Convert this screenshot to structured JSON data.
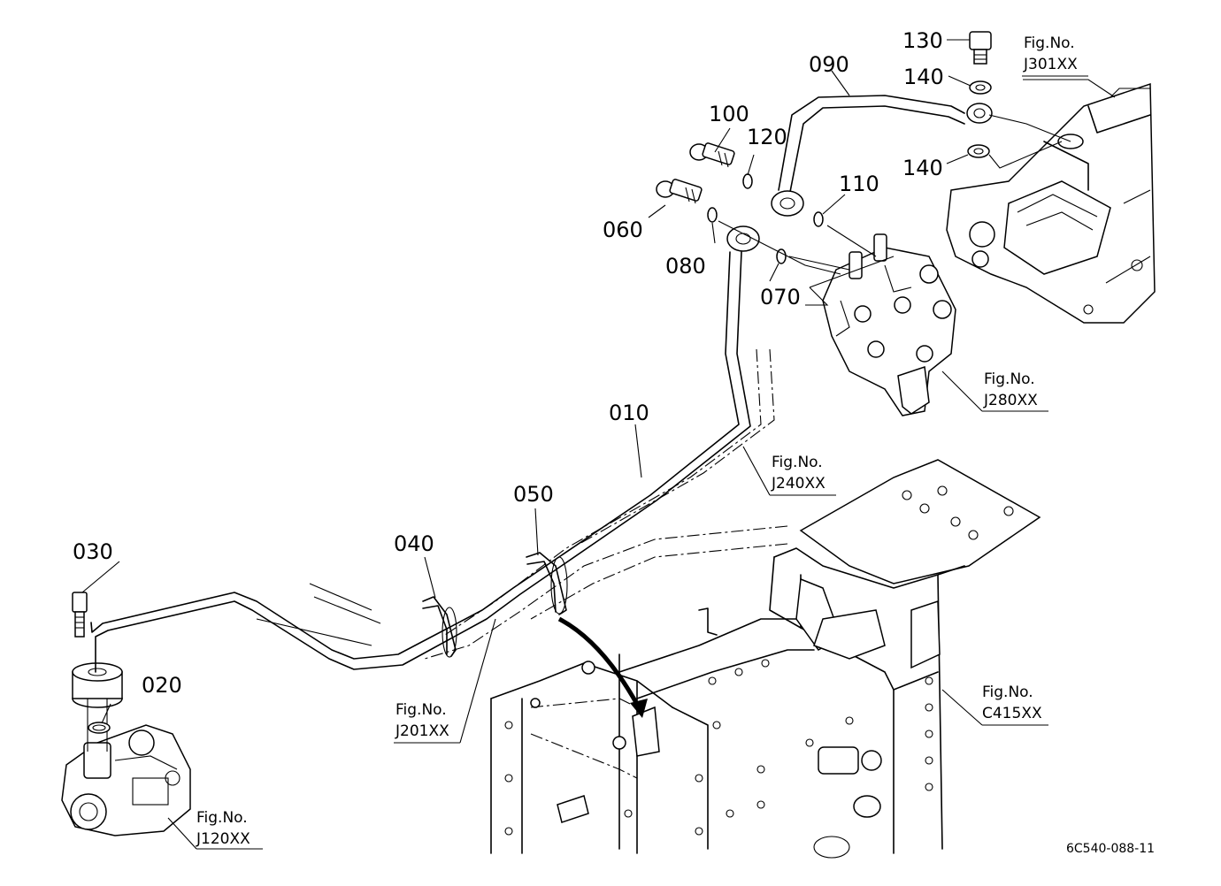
{
  "parts": [
    {
      "id": "p010",
      "label": "010"
    },
    {
      "id": "p020",
      "label": "020"
    },
    {
      "id": "p030",
      "label": "030"
    },
    {
      "id": "p040",
      "label": "040"
    },
    {
      "id": "p050",
      "label": "050"
    },
    {
      "id": "p060",
      "label": "060"
    },
    {
      "id": "p070",
      "label": "070"
    },
    {
      "id": "p080",
      "label": "080"
    },
    {
      "id": "p090",
      "label": "090"
    },
    {
      "id": "p100",
      "label": "100"
    },
    {
      "id": "p110",
      "label": "110"
    },
    {
      "id": "p120",
      "label": "120"
    },
    {
      "id": "p130",
      "label": "130"
    },
    {
      "id": "p140a",
      "label": "140"
    },
    {
      "id": "p140b",
      "label": "140"
    }
  ],
  "figure_refs": [
    {
      "id": "j301",
      "caption": "Fig.No.",
      "code": "J301XX"
    },
    {
      "id": "j280",
      "caption": "Fig.No.",
      "code": "J280XX"
    },
    {
      "id": "j240",
      "caption": "Fig.No.",
      "code": "J240XX"
    },
    {
      "id": "j201",
      "caption": "Fig.No.",
      "code": "J201XX"
    },
    {
      "id": "c415",
      "caption": "Fig.No.",
      "code": "C415XX"
    },
    {
      "id": "j120",
      "caption": "Fig.No.",
      "code": "J120XX"
    }
  ],
  "drawing_code": "6C540-088-11"
}
